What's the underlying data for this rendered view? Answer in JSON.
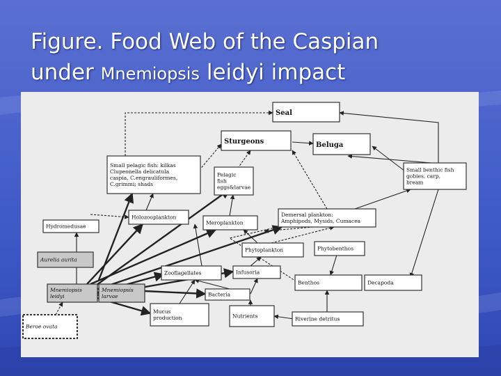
{
  "slide": {
    "title_line1": "Figure. Food Web of the Caspian",
    "title_line2_a": "under",
    "title_line2_b": "Mnemiopsis",
    "title_line2_c": "leidyi impact"
  },
  "diagram": {
    "nodes": {
      "seal": {
        "lines": [
          "Seal"
        ]
      },
      "sturgeons": {
        "lines": [
          "Sturgeons"
        ]
      },
      "beluga": {
        "lines": [
          "Beluga"
        ]
      },
      "small_pelagic": {
        "lines": [
          "Small pelagic fish: kilkas",
          "Clupeonella delicatula",
          "caspia, C.engrauliformes,",
          "C.grimmi; shads"
        ]
      },
      "pelagic_larvae": {
        "lines": [
          "Pelagic",
          "fish",
          "eggs&larvae"
        ]
      },
      "small_benthic": {
        "lines": [
          "Small benthic fish",
          "gobies, carp,",
          "bream"
        ]
      },
      "holozooplankton": {
        "lines": [
          "Holozooplankton"
        ]
      },
      "meroplankton": {
        "lines": [
          "Meroplankton"
        ]
      },
      "demersal": {
        "lines": [
          "Demersal plankton:",
          "Amphipods, Mysids, Cumacea"
        ]
      },
      "hydromedusae": {
        "lines": [
          "Hydromedusae"
        ]
      },
      "phytoplankton": {
        "lines": [
          "Phytoplankton"
        ]
      },
      "phytobenthos": {
        "lines": [
          "Phytobenthos"
        ]
      },
      "aurelia": {
        "lines": [
          "Aurelia aurita"
        ]
      },
      "zooflagellates": {
        "lines": [
          "Zooflagellates"
        ]
      },
      "infusoria": {
        "lines": [
          "Infusoria"
        ]
      },
      "benthos": {
        "lines": [
          "Benthos"
        ]
      },
      "decapoda": {
        "lines": [
          "Decapoda"
        ]
      },
      "mnemiopsis_leidyi": {
        "lines": [
          "Mnemiopsis",
          "leidyi"
        ]
      },
      "mnemiopsis_larvae": {
        "lines": [
          "Mnemiopsis",
          "larvae"
        ]
      },
      "bacteria": {
        "lines": [
          "Bacteria"
        ]
      },
      "mucus": {
        "lines": [
          "Mucus",
          "production"
        ]
      },
      "nutrients": {
        "lines": [
          "Nutrients"
        ]
      },
      "riverine": {
        "lines": [
          "Riverine detritus"
        ]
      },
      "beroe": {
        "lines": [
          "Beroe ovata"
        ]
      }
    }
  }
}
